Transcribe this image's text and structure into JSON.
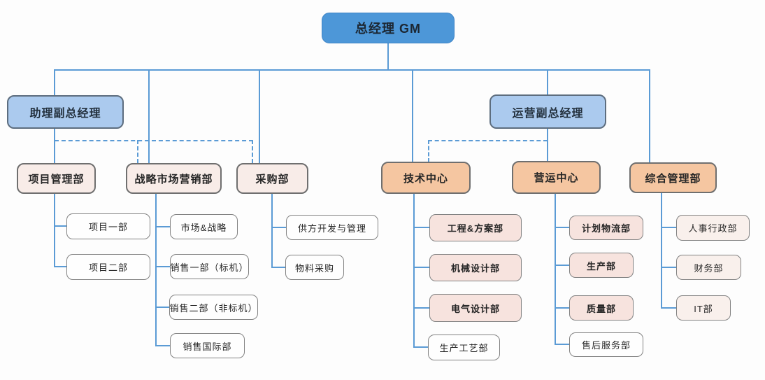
{
  "org": {
    "root": {
      "label": "总经理 GM"
    },
    "deputies": [
      {
        "label": "助理副总经理"
      },
      {
        "label": "运营副总经理"
      }
    ],
    "departments": [
      {
        "label": "项目管理部",
        "children": [
          {
            "label": "项目一部"
          },
          {
            "label": "项目二部"
          }
        ]
      },
      {
        "label": "战略市场营销部",
        "children": [
          {
            "label": "市场&战略"
          },
          {
            "label": "销售一部（标机）"
          },
          {
            "label": "销售二部（非标机）"
          },
          {
            "label": "销售国际部"
          }
        ]
      },
      {
        "label": "采购部",
        "children": [
          {
            "label": "供方开发与管理"
          },
          {
            "label": "物料采购"
          }
        ]
      },
      {
        "label": "技术中心",
        "children": [
          {
            "label": "工程&方案部"
          },
          {
            "label": "机械设计部"
          },
          {
            "label": "电气设计部"
          },
          {
            "label": "生产工艺部"
          }
        ]
      },
      {
        "label": "营运中心",
        "children": [
          {
            "label": "计划物流部"
          },
          {
            "label": "生产部"
          },
          {
            "label": "质量部"
          },
          {
            "label": "售后服务部"
          }
        ]
      },
      {
        "label": "综合管理部",
        "children": [
          {
            "label": "人事行政部"
          },
          {
            "label": "财务部"
          },
          {
            "label": "IT部"
          }
        ]
      }
    ]
  },
  "colors": {
    "root_fill": "#4d97d8",
    "deputy_fill": "#abcaee",
    "dept_left_fill": "#f8ece8",
    "dept_right_fill": "#f5c6a1",
    "sub_pink_fill": "#f7e3de",
    "sub_white_fill": "#fefefe",
    "sub_cream_fill": "#f9f0ec",
    "line": "#5b9bd5"
  }
}
